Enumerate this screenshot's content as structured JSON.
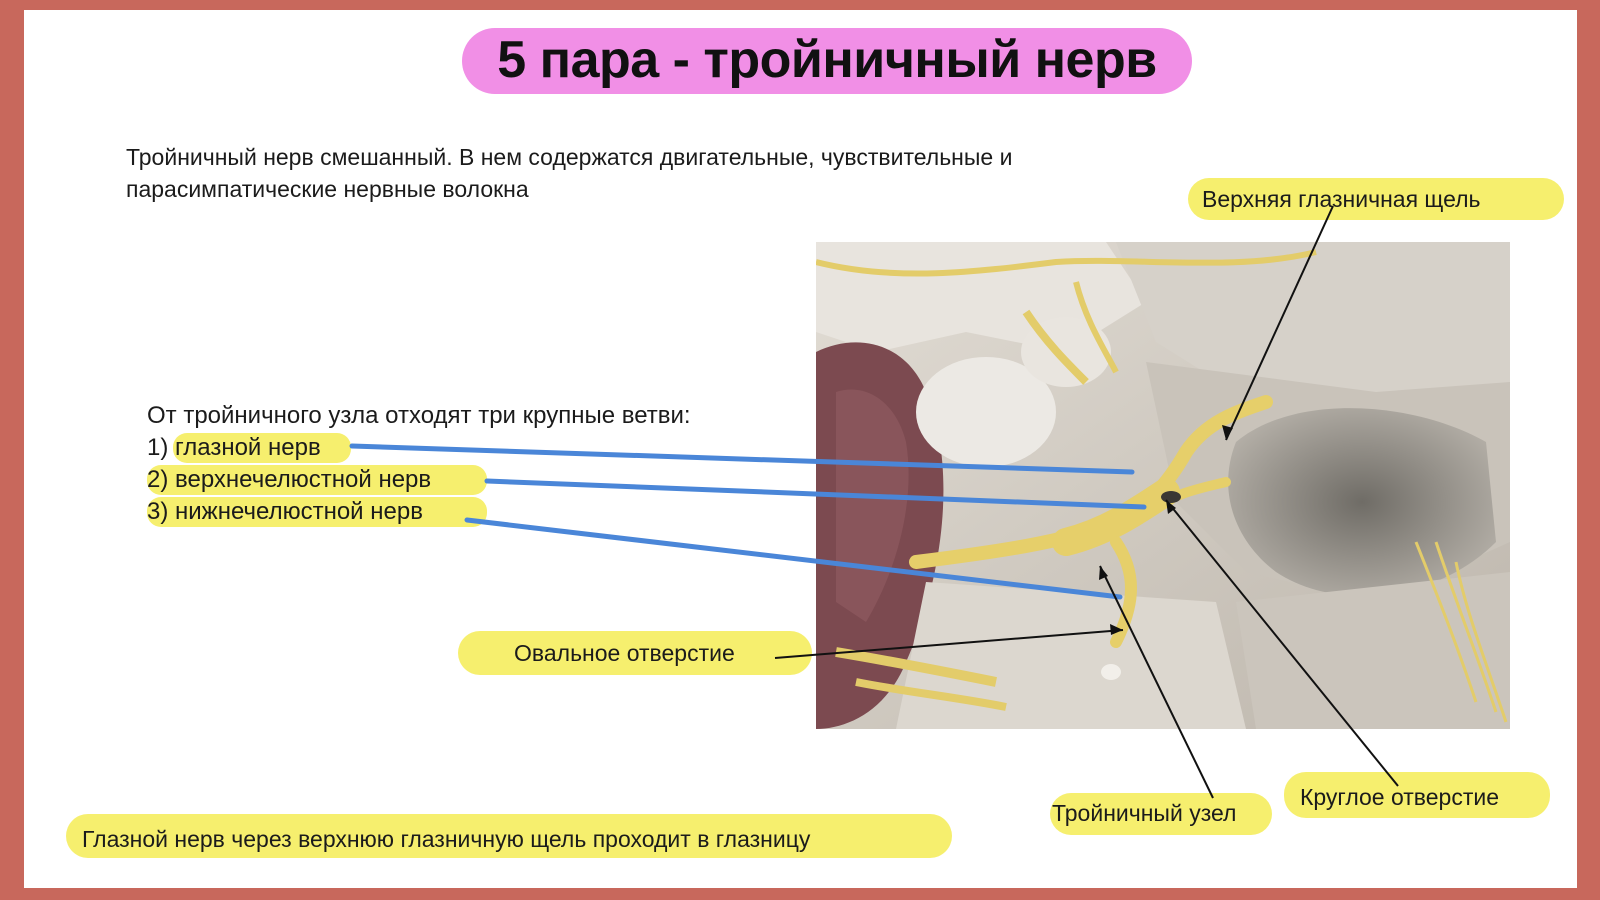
{
  "title": "5 пара - тройничный нерв",
  "intro": {
    "line1": "Тройничный нерв смешанный. В нем содержатся двигательные, чувствительные и",
    "line2": "парасимпатические нервные волокна"
  },
  "branches": {
    "heading": "От тройничного узла отходят три крупные ветви:",
    "items": [
      "1) глазной нерв",
      "2) верхнечелюстной нерв",
      "3) нижнечелюстной нерв"
    ]
  },
  "labels": {
    "superior_orbital_fissure": "Верхняя глазничная щель",
    "foramen_ovale": "Овальное отверстие",
    "trigeminal_ganglion": "Тройничный узел",
    "foramen_rotundum": "Круглое отверстие"
  },
  "footer": "Глазной нерв через верхнюю глазничную щель проходит в глазницу",
  "colors": {
    "frame": "#c8685c",
    "title_highlight": "#f18fe6",
    "label_highlight": "#f6ef6e",
    "pointer_blue": "#4a86d8",
    "nerve_yellow": "#e6cf6a"
  }
}
